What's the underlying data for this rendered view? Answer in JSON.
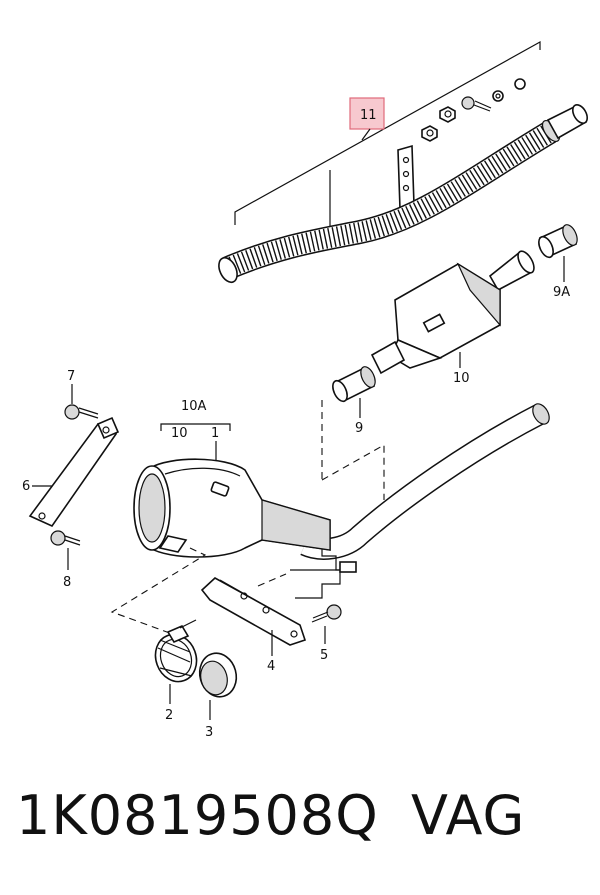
{
  "callouts": {
    "c11": "11",
    "c9a": "9A",
    "c10": "10",
    "c9": "9",
    "c10a": "10A",
    "c10sub": "10",
    "c1": "1",
    "c7": "7",
    "c6": "6",
    "c8": "8",
    "c5": "5",
    "c4": "4",
    "c2": "2",
    "c3": "3"
  },
  "footer": {
    "part_number": "1K0819508Q",
    "brand": "VAG"
  },
  "colors": {
    "highlight_fill": "#f7c9cf",
    "highlight_border": "#e06a7a",
    "line": "#111111"
  }
}
